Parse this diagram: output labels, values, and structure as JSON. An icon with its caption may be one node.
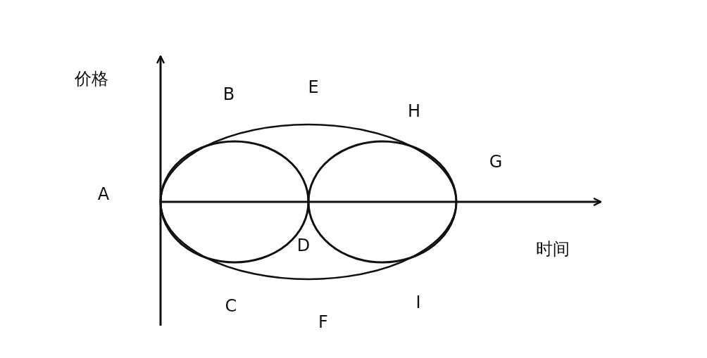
{
  "diagram": {
    "labels": [
      "价格",
      "B",
      "E",
      "H",
      "G",
      "A",
      "D",
      "时间",
      "C",
      "I",
      "F"
    ]
  }
}
